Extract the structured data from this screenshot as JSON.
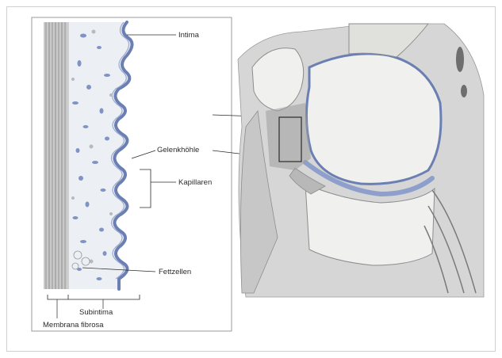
{
  "figure": {
    "labels": {
      "intima": "Intima",
      "gelenkhoehle": "Gelenkhöhle",
      "kapillaren": "Kapillaren",
      "fettzellen": "Fettzellen",
      "subintima": "Subintima",
      "membrana_fibrosa": "Membrana fibrosa"
    }
  },
  "colors": {
    "frame": "#d0d0d0",
    "tissue_fill": "#e9ecef",
    "intima_blue": "#6b7fb3",
    "cells_blue": "#7f93c4",
    "fibrosa_gray": "#8b8b8b",
    "bone_fill": "#f0f0ee",
    "joint_gray": "#b8b8b8",
    "dark_gray": "#6e6e6e"
  }
}
